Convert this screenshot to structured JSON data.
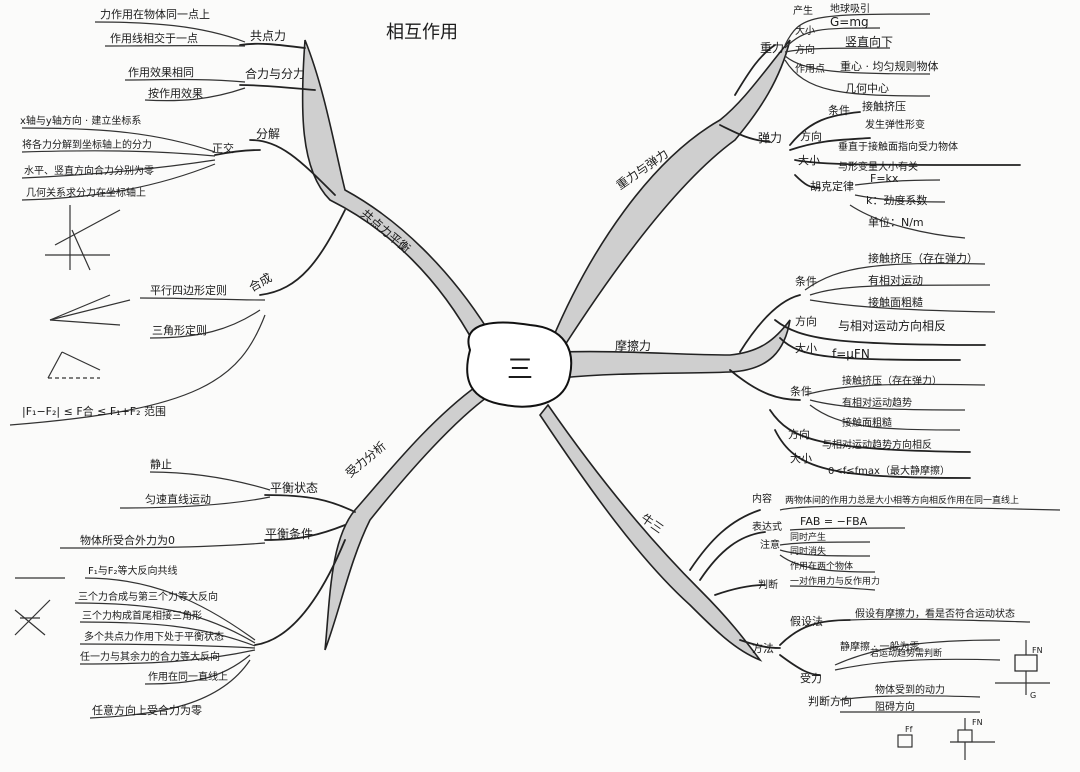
{
  "title": "相互作用",
  "center": "三",
  "left_top": {
    "label": "共点力平衡",
    "common_point": {
      "label": "共点力",
      "items": [
        "力作用在物体同一点上",
        "作用线相交于一点"
      ]
    },
    "resultant": {
      "label": "合力与分力",
      "items": [
        "作用效果相同",
        "按作用效果"
      ]
    },
    "decompose": {
      "label": "分解",
      "method_label": "正交",
      "items": [
        "x轴与y轴方向 · 建立坐标系",
        "将各力分解到坐标轴上的分力",
        "水平、竖直方向合力分别为零",
        "几何关系求分力在坐标轴上"
      ]
    },
    "compose": {
      "label": "合成",
      "items": [
        "平行四边形定则",
        "三角形定则",
        "|F₁−F₂| ≤ F合 ≤ F₁+F₂  范围"
      ]
    }
  },
  "left_bottom": {
    "label": "受力分析",
    "state": {
      "label": "平衡状态",
      "items": [
        "静止",
        "匀速直线运动"
      ]
    },
    "condition": {
      "label": "平衡条件",
      "items": [
        "物体所受合外力为0"
      ]
    },
    "rules": {
      "items": [
        "F₁与F₂等大反向共线",
        "三个力合成与第三个力等大反向",
        "三个力构成首尾相接三角形",
        "多个共点力作用下处于平衡状态",
        "任一力与其余力的合力等大反向",
        "作用在同一直线上",
        "任意方向上受合力为零"
      ]
    }
  },
  "right_top": {
    "label": "重力与弹力",
    "gravity": {
      "label": "重力",
      "rows": [
        {
          "k": "产生",
          "v": "地球吸引"
        },
        {
          "k": "大小",
          "v": "G=mg"
        },
        {
          "k": "方向",
          "v": "竖直向下"
        },
        {
          "k": "作用点",
          "v": "重心 · 均匀规则物体"
        },
        {
          "k": "",
          "v": "几何中心"
        }
      ]
    },
    "elastic": {
      "label": "弹力",
      "rows": [
        {
          "k": "条件",
          "v": "接触挤压"
        },
        {
          "k": "",
          "v": "发生弹性形变"
        },
        {
          "k": "方向",
          "v": "垂直于接触面指向受力物体"
        },
        {
          "k": "大小",
          "v": "与形变量大小有关"
        }
      ],
      "hooke": {
        "label": "胡克定律",
        "rows": [
          "F=kx",
          "k：劲度系数",
          "单位：N/m"
        ]
      }
    }
  },
  "right_mid": {
    "label": "摩擦力",
    "sliding": {
      "rows": [
        {
          "k": "条件",
          "v": "接触挤压（存在弹力）"
        },
        {
          "k": "",
          "v": "有相对运动"
        },
        {
          "k": "",
          "v": "接触面粗糙"
        },
        {
          "k": "方向",
          "v": "与相对运动方向相反"
        },
        {
          "k": "大小",
          "v": "f=μFN"
        }
      ]
    },
    "static": {
      "rows": [
        {
          "k": "条件",
          "v": "接触挤压（存在弹力）"
        },
        {
          "k": "",
          "v": "有相对运动趋势"
        },
        {
          "k": "",
          "v": "接触面粗糙"
        },
        {
          "k": "方向",
          "v": "与相对运动趋势方向相反"
        },
        {
          "k": "大小",
          "v": "0<f≤fmax（最大静摩擦）"
        }
      ]
    }
  },
  "right_bottom": {
    "label": "牛三",
    "content": {
      "label": "内容",
      "text": "两物体间的作用力总是大小相等方向相反作用在同一直线上"
    },
    "formula": {
      "label": "表达式",
      "text": "FAB = −FBA"
    },
    "notes": {
      "label": "注意",
      "items": [
        "同时产生",
        "同时消失",
        "作用在两个物体"
      ]
    },
    "distinguish": {
      "label": "判断",
      "text": "一对作用力与反作用力"
    },
    "method": {
      "label": "方法",
      "hypothesis": {
        "label": "假设法",
        "text": "假设有摩擦力，看是否符合运动状态"
      },
      "force": {
        "label": "受力",
        "items": [
          "静摩擦 · 一般为零",
          "若运动趋势需判断"
        ]
      },
      "direction": {
        "label": "判断方向",
        "items": [
          "物体受到的动力",
          "阻碍方向"
        ]
      },
      "symbols": [
        "FN",
        "G",
        "Ff",
        "FN"
      ]
    }
  }
}
